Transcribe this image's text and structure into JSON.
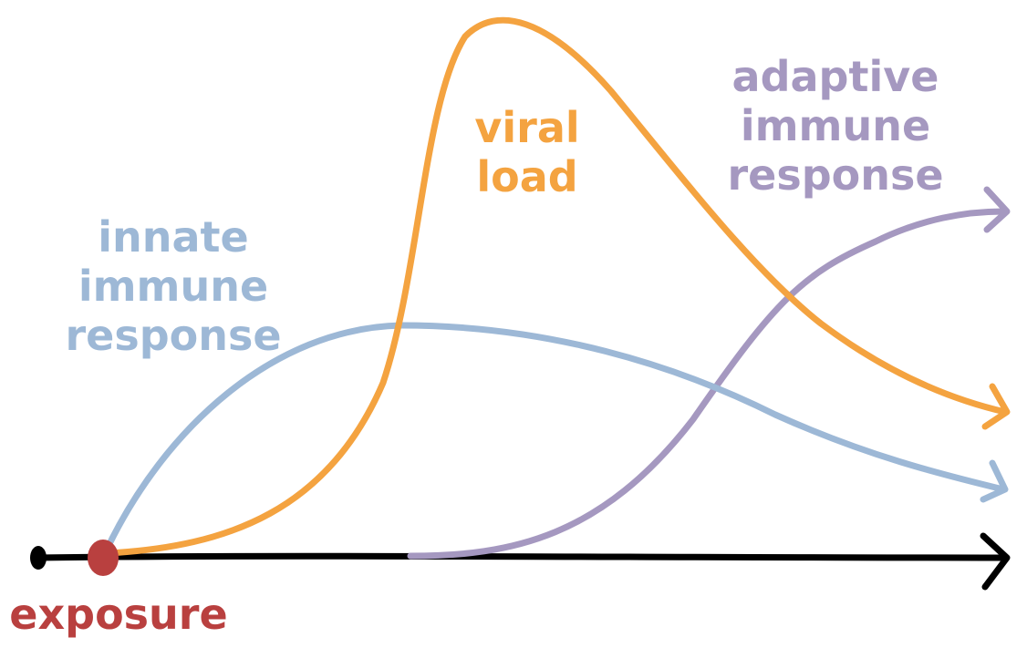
{
  "labels": {
    "innate": [
      "innate",
      "immune",
      "response"
    ],
    "viral": [
      "viral",
      "load"
    ],
    "adaptive": [
      "adaptive",
      "immune",
      "response"
    ],
    "exposure": "exposure"
  },
  "colors": {
    "innate": "#9db8d6",
    "viral": "#f4a340",
    "adaptive": "#a598c0",
    "exposure": "#b9403f",
    "axis": "#000000"
  },
  "curves": [
    {
      "id": "innate-immune-response",
      "shape": "rises early, broad plateau, slow decline",
      "ends_with_arrow": true
    },
    {
      "id": "viral-load",
      "shape": "sharp peak then decline",
      "ends_with_arrow": true
    },
    {
      "id": "adaptive-immune-response",
      "shape": "late sigmoidal rise",
      "ends_with_arrow": true
    }
  ],
  "axis": {
    "direction": "time",
    "ends_with_arrow": true
  }
}
